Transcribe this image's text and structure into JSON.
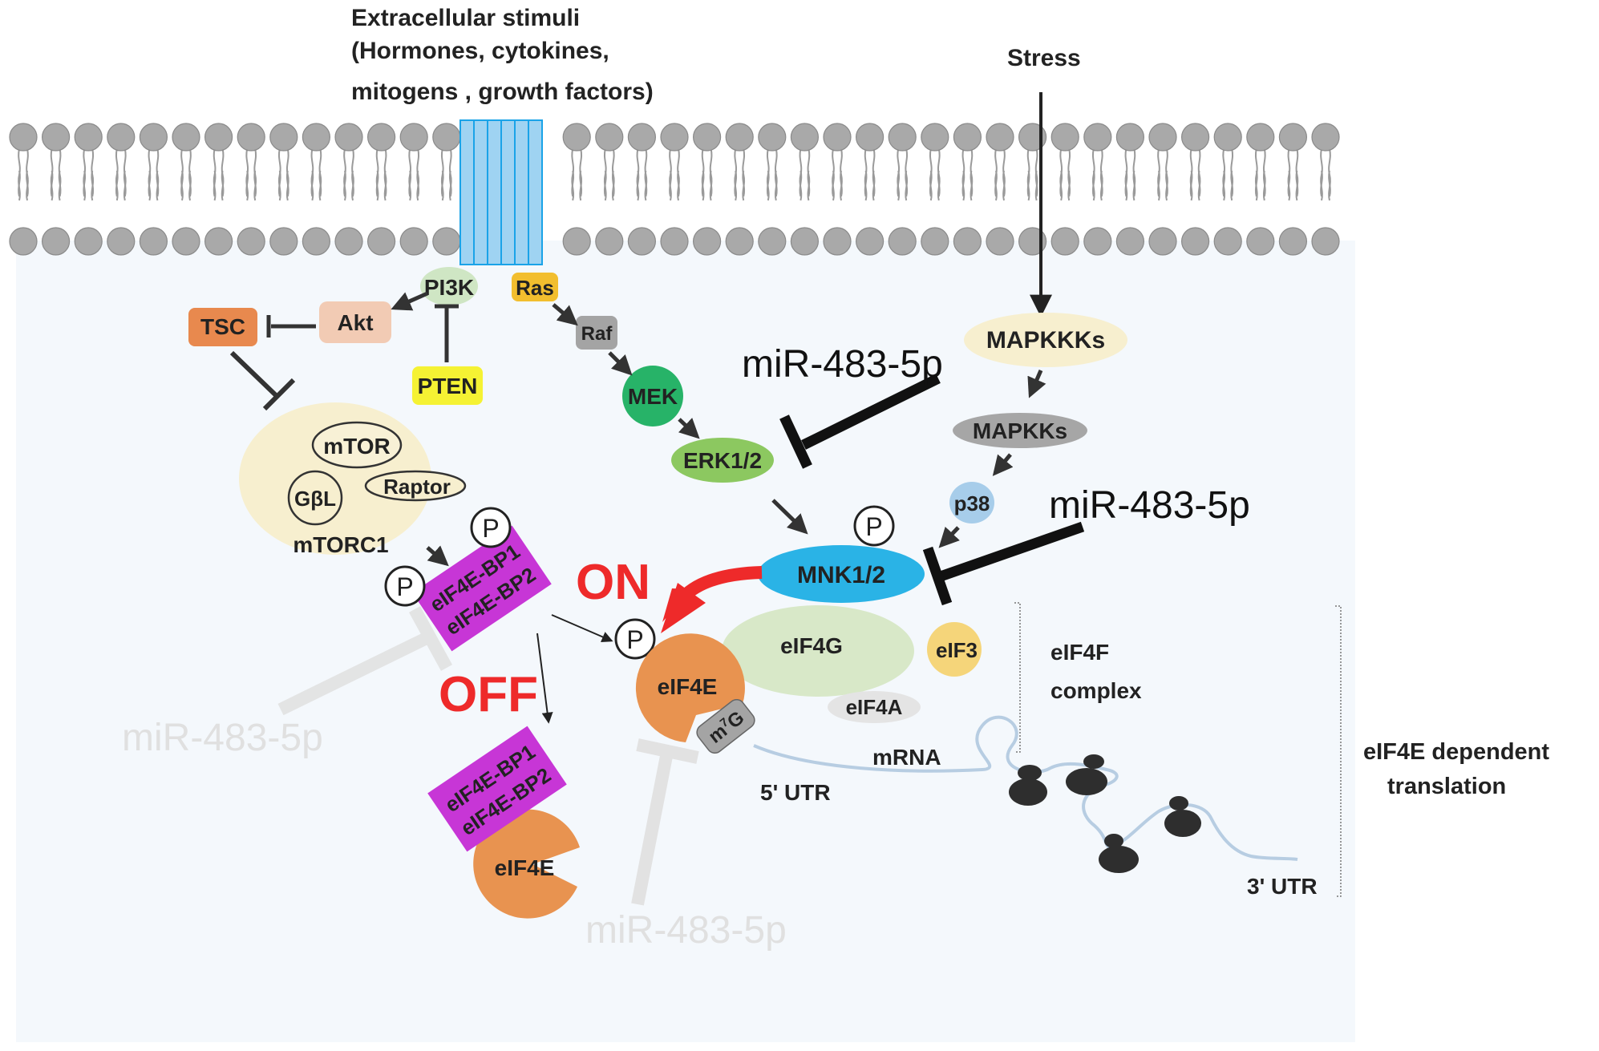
{
  "labels": {
    "extracellular_line1": "Extracellular stimuli",
    "extracellular_line2": "(Hormones, cytokines,",
    "extracellular_line3": "mitogens , growth factors)",
    "stress": "Stress",
    "pi3k": "PI3K",
    "ras": "Ras",
    "akt": "Akt",
    "tsc": "TSC",
    "pten": "PTEN",
    "raf": "Raf",
    "mek": "MEK",
    "erk": "ERK1/2",
    "mapkkks": "MAPKKKs",
    "mapkks": "MAPKKs",
    "p38": "p38",
    "mtor": "mTOR",
    "gbl": "GβL",
    "raptor": "Raptor",
    "mtorc1": "mTORC1",
    "mnk": "MNK1/2",
    "phospho": "P",
    "bp1": "eIF4E-BP1",
    "bp2": "eIF4E-BP2",
    "on": "ON",
    "off": "OFF",
    "eif4e": "eIF4E",
    "eif4g": "eIF4G",
    "eif3": "eIF3",
    "eif4a": "eIF4A",
    "m7g_base": "m",
    "m7g_sup": "7",
    "m7g_end": "G",
    "mrna": "mRNA",
    "utr5": "5' UTR",
    "utr3": "3' UTR",
    "eif4f_line1": "eIF4F",
    "eif4f_line2": "complex",
    "dep_line1": "eIF4E dependent",
    "dep_line2": "translation",
    "mir": "miR-483-5p"
  },
  "colors": {
    "cytoplasm": "#f4f8fc",
    "lipid_head": "#a9a9a9",
    "receptor": "#9fd3f2",
    "receptor_edge": "#1aa3e8",
    "pi3k": "#cfe6c4",
    "ras": "#f2be2e",
    "akt": "#f2cbb4",
    "tsc": "#e8894e",
    "pten": "#f5f233",
    "raf": "#a4a4a4",
    "mek": "#27b368",
    "erk": "#8cc860",
    "mapkkk": "#f7efcf",
    "mapkk": "#a6a6a6",
    "p38": "#a7cdea",
    "mtorc1": "#f7efcf",
    "mnk": "#2ab3e6",
    "bp": "#c736d6",
    "on_off": "#ee2a2a",
    "eif4e": "#e89350",
    "eif4g": "#d8e8c8",
    "eif3": "#f5d57a",
    "eif4a": "#e4e4e4",
    "m7g": "#a4a4a4",
    "mrna": "#b7cde2",
    "ribosome": "#2e2e2e"
  }
}
